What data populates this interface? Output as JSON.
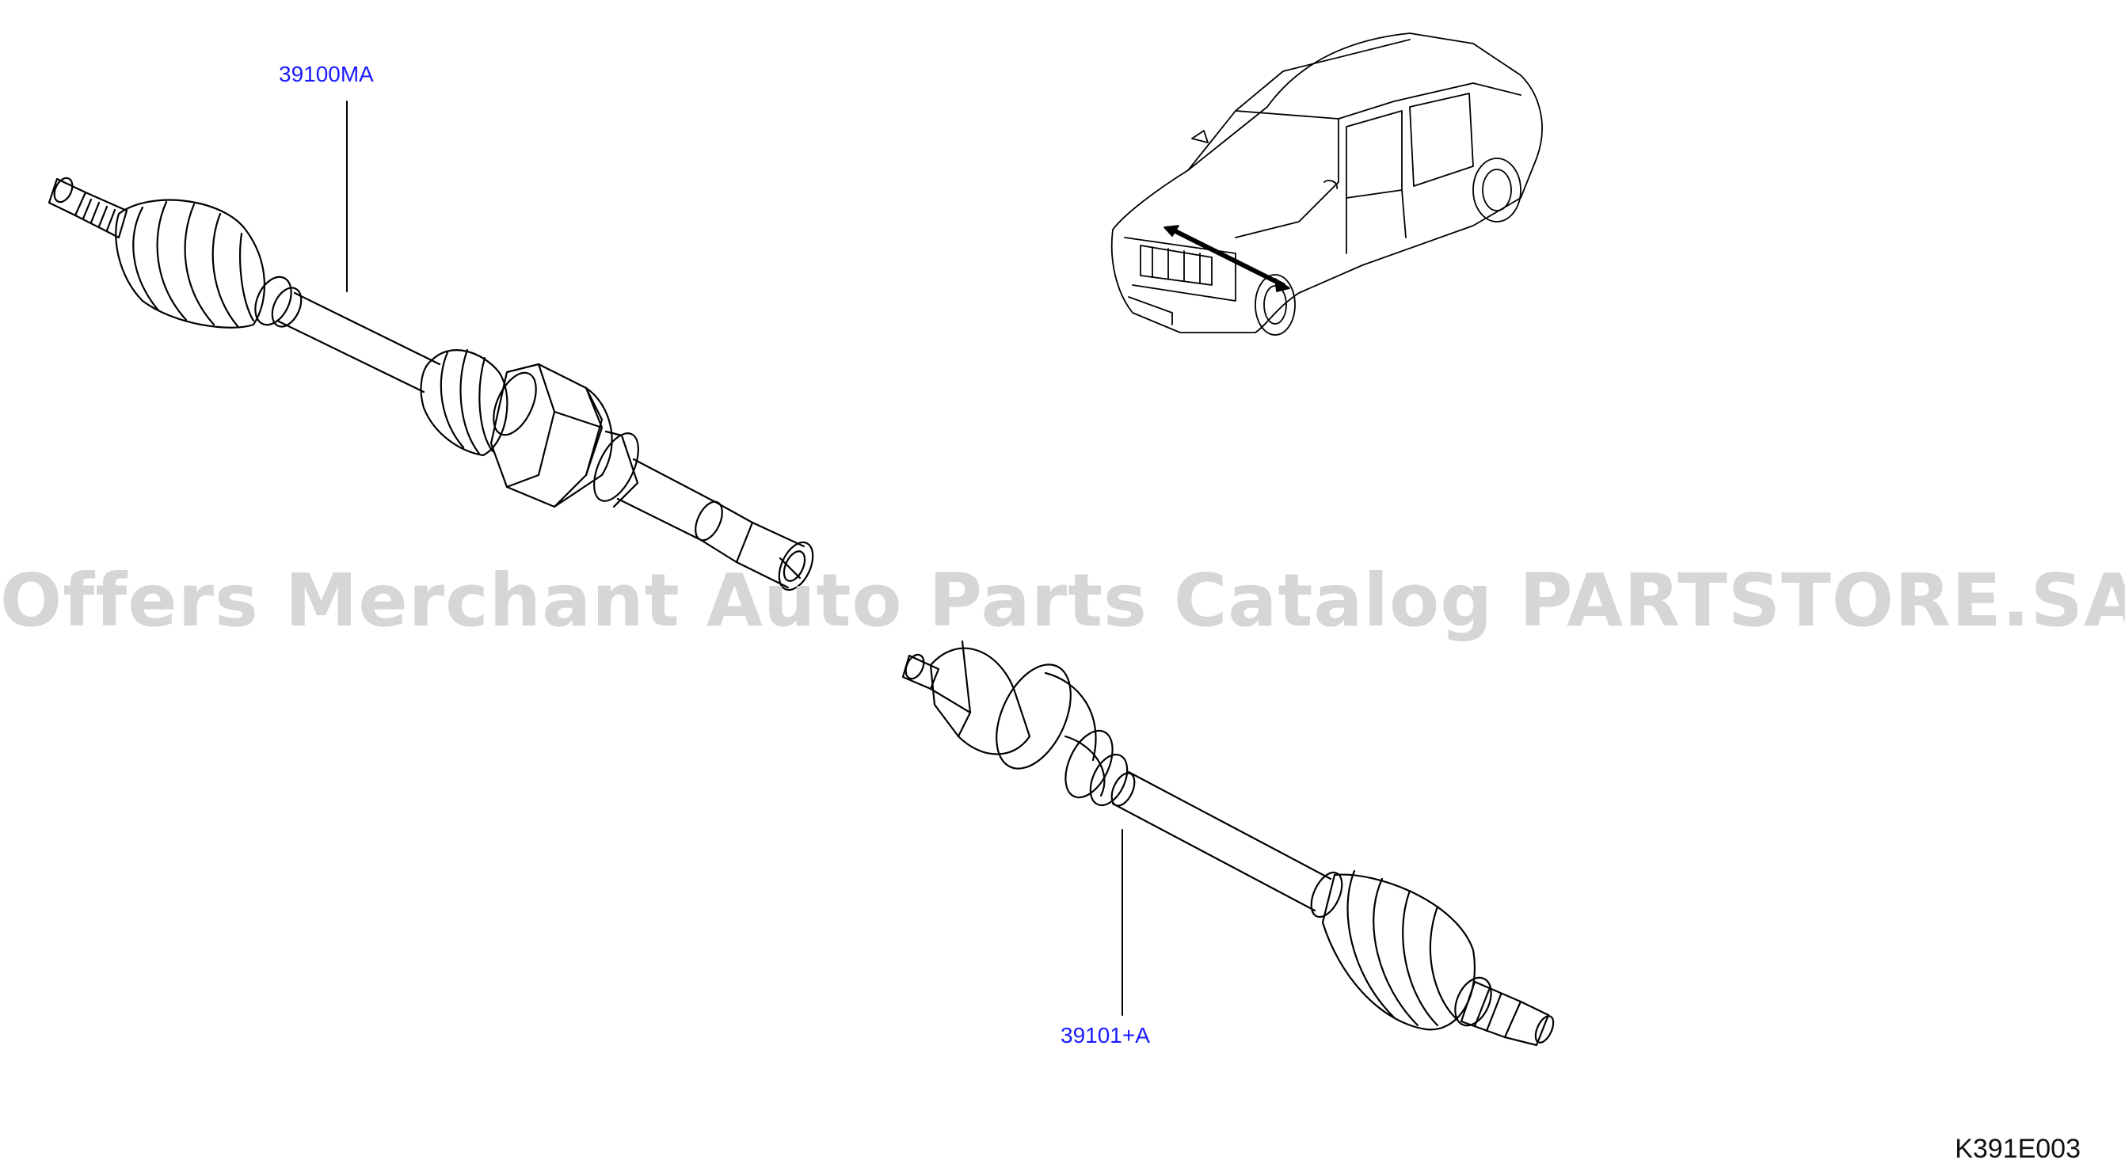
{
  "diagram": {
    "parts": [
      {
        "part_number": "39100MA"
      },
      {
        "part_number": "39101+A"
      }
    ],
    "watermark": "Offers Merchant Auto Parts Catalog PARTSTORE.SA",
    "diagram_code": "K391E003"
  },
  "colors": {
    "label": "#1a1aff",
    "line": "#000000",
    "watermark": "#cfcfcf"
  },
  "icons": {
    "upper_shaft": "drive-shaft-left-icon",
    "lower_shaft": "drive-shaft-right-icon",
    "car": "sedan-car-icon"
  }
}
